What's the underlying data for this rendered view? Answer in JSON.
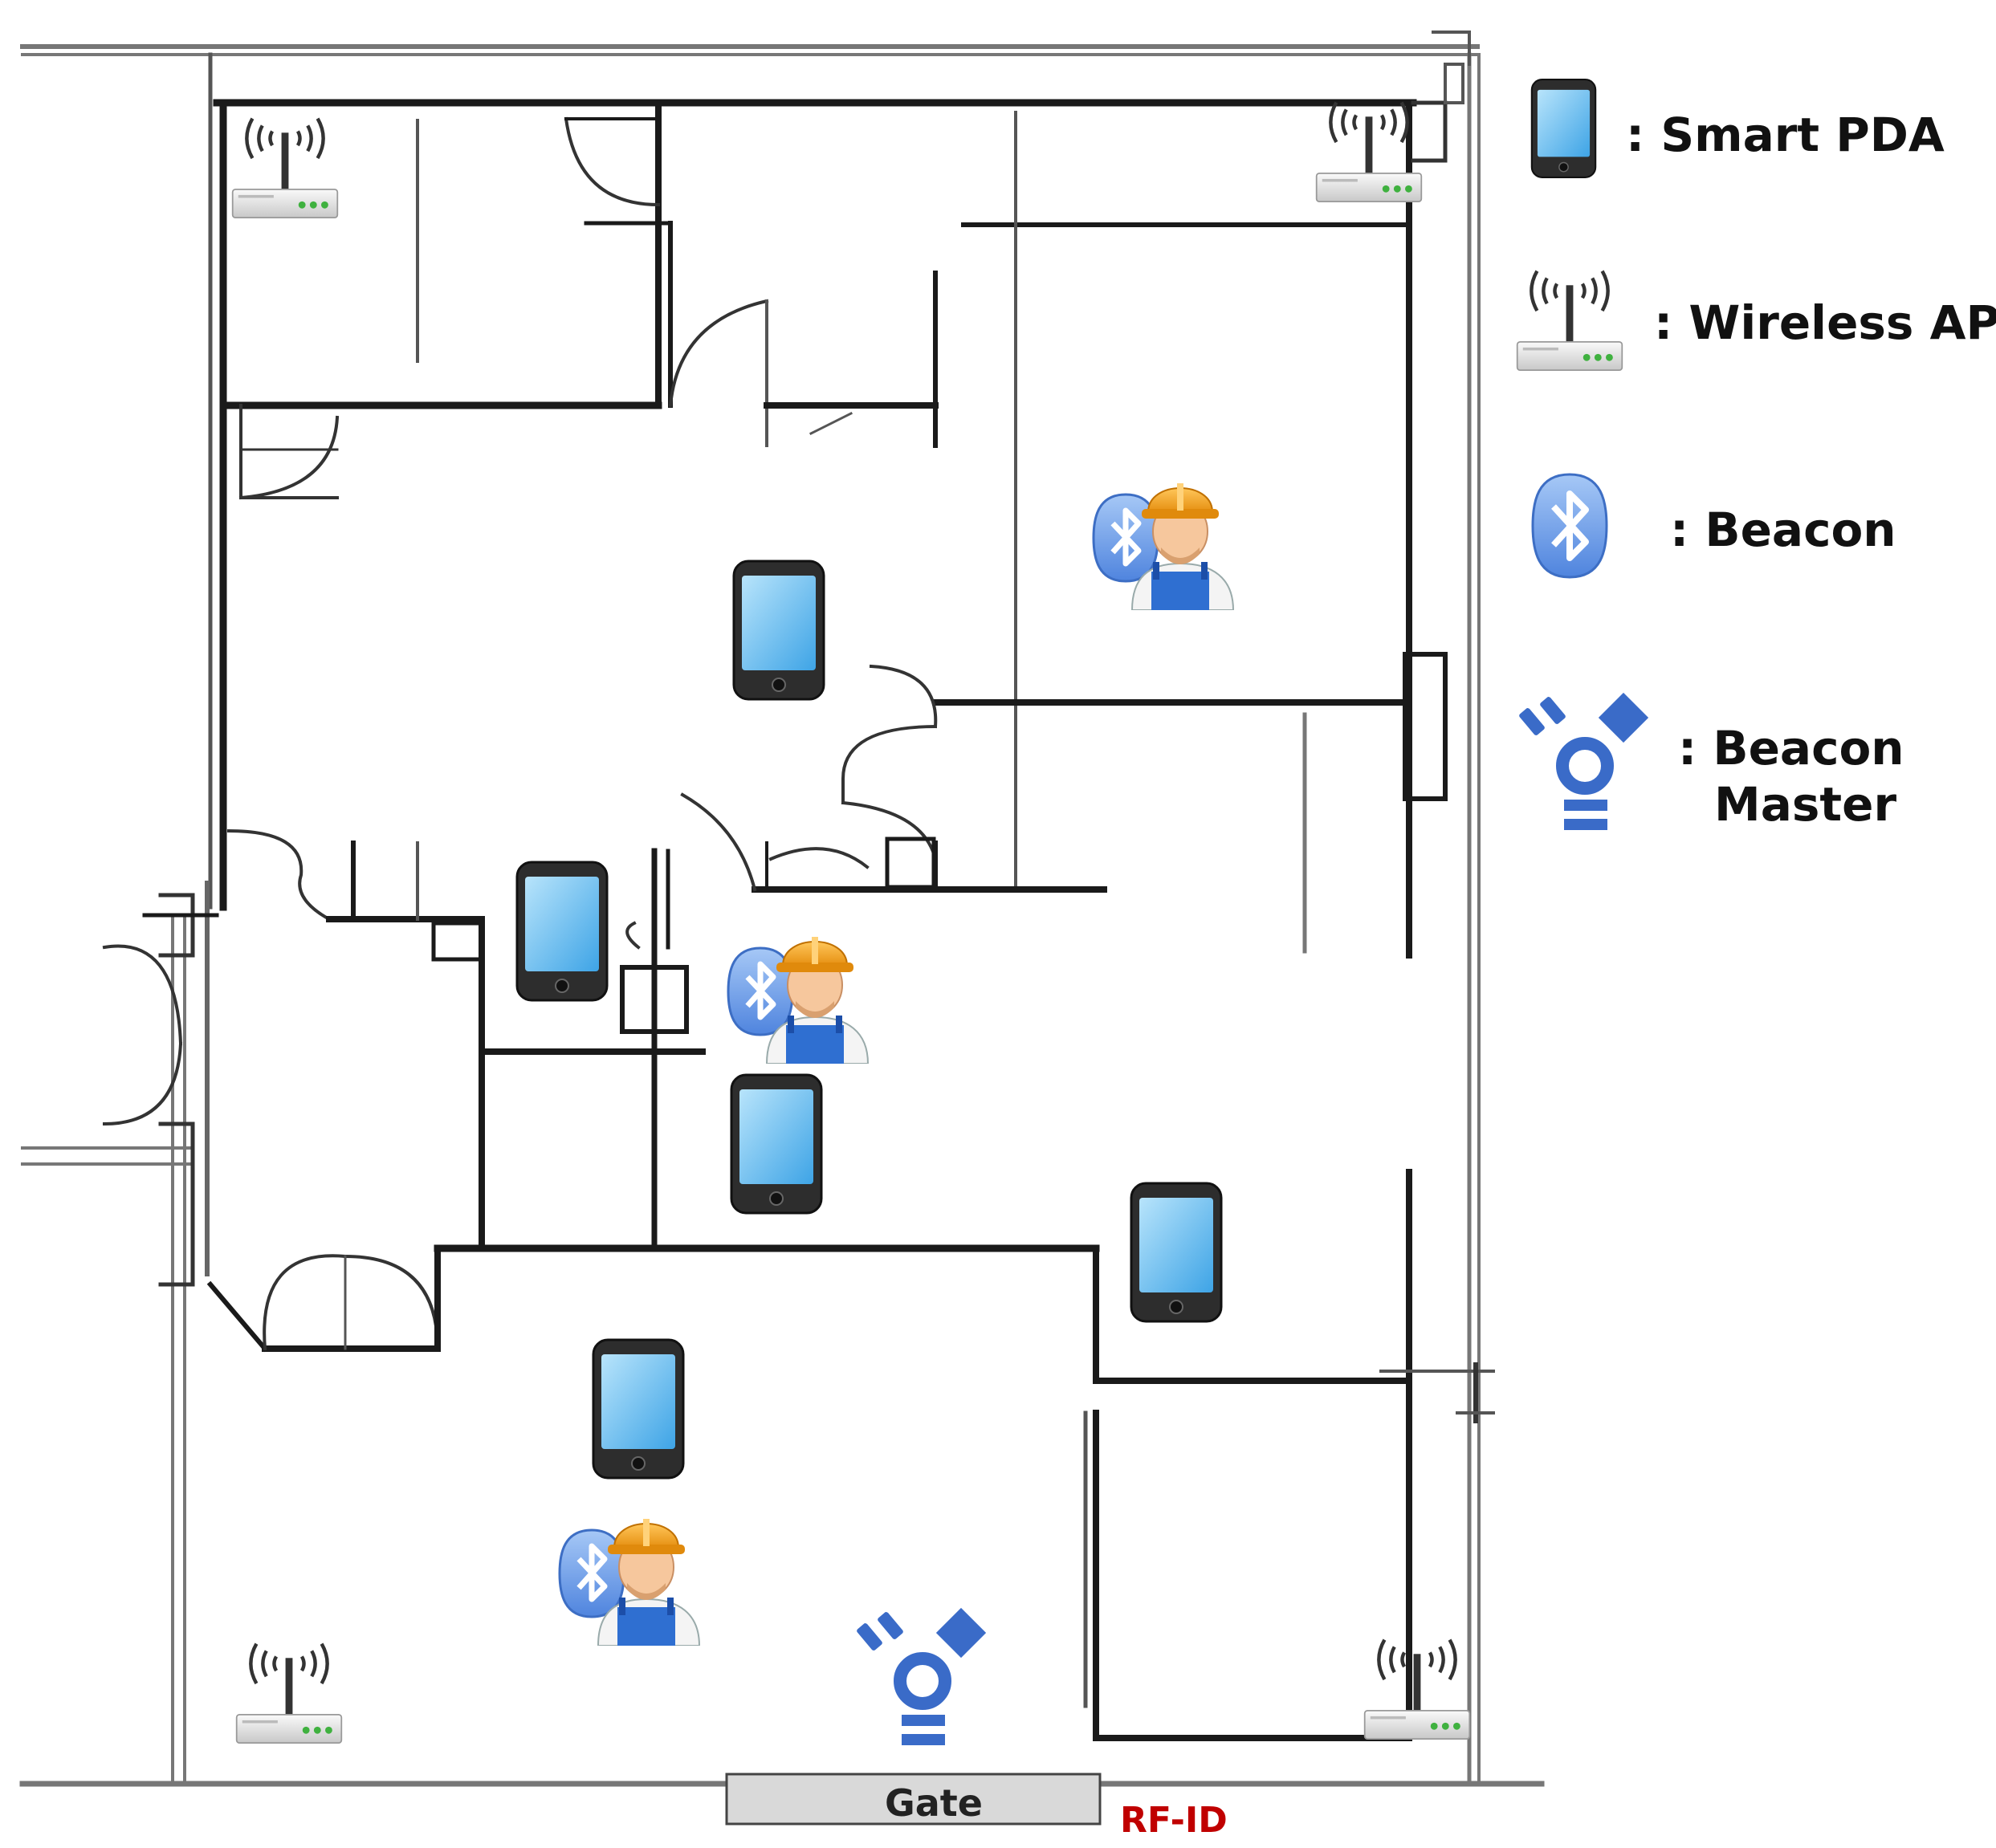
{
  "legend": {
    "pda_label": ": Smart PDA",
    "ap_label": ": Wireless AP",
    "beacon_label": ": Beacon",
    "master_label_line1": ": Beacon",
    "master_label_line2": "Master"
  },
  "gate": {
    "label": "Gate",
    "rfid_label": "RF-ID",
    "rfid_color": "#c00000"
  },
  "colors": {
    "wall": "#1a1a1a",
    "thin_line": "#555555",
    "pda_screen": "#7cc6f2",
    "pda_body": "#2e2e2e",
    "beacon": "#6f9ee8",
    "master": "#3a6bc8",
    "hardhat": "#f5a623",
    "overalls": "#2f6fd1"
  },
  "icons": {
    "pda": "smartphone-icon",
    "ap": "wireless-router-icon",
    "beacon": "bluetooth-icon",
    "master": "firewire-icon",
    "worker": "worker-icon"
  }
}
